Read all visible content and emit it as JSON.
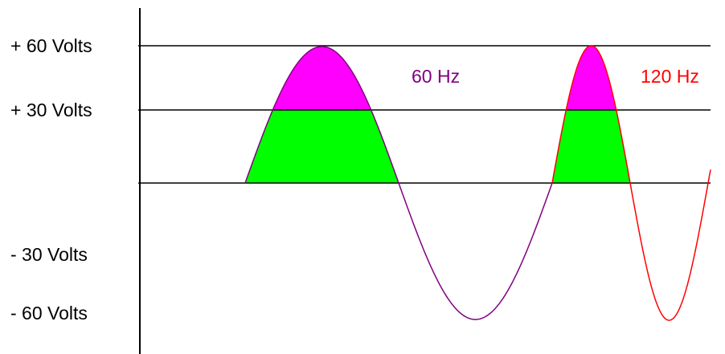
{
  "diagram": {
    "y_labels": {
      "plus60": "+ 60 Volts",
      "plus30": "+ 30 Volts",
      "minus30": "- 30 Volts",
      "minus60": "- 60 Volts"
    },
    "waves": [
      {
        "label": "60 Hz",
        "color": "#800080"
      },
      {
        "label": "120 Hz",
        "color": "#ff0000"
      }
    ],
    "fill_colors": {
      "below_30": "#00ff00",
      "above_30": "#ff00ff"
    },
    "axis_color": "#000000"
  }
}
